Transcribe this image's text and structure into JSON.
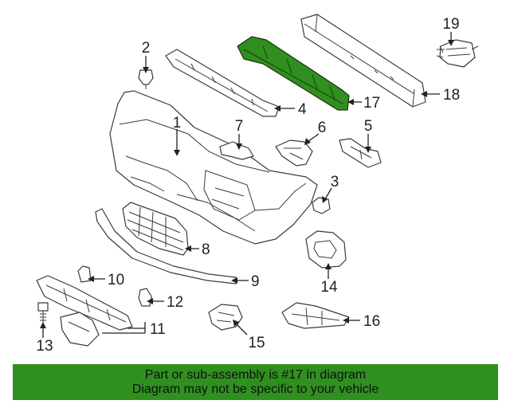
{
  "diagram": {
    "callouts": [
      "1",
      "2",
      "3",
      "4",
      "5",
      "6",
      "7",
      "8",
      "9",
      "10",
      "11",
      "12",
      "13",
      "14",
      "15",
      "16",
      "17",
      "18",
      "19"
    ],
    "highlight_part": "17",
    "highlight_color": "#2f8f1f"
  },
  "banner": {
    "line1": "Part or sub-assembly is #17 in diagram",
    "line2": "Diagram may not be specific to your vehicle",
    "color": "#2f8f1f"
  }
}
